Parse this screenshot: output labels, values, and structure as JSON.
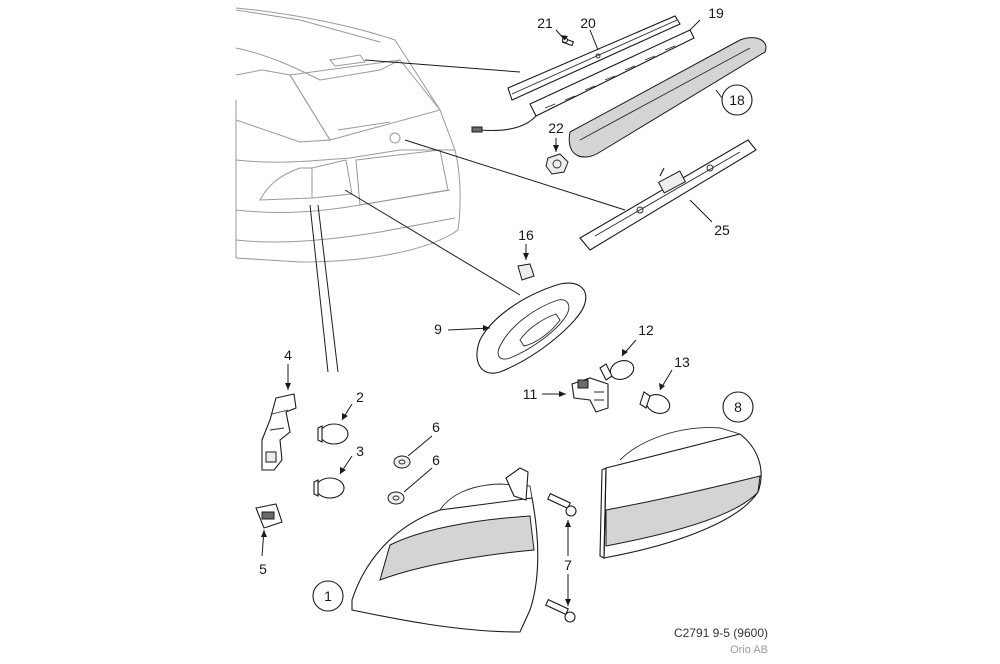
{
  "diagram": {
    "callouts": {
      "c1": "1",
      "c2": "2",
      "c3": "3",
      "c4": "4",
      "c5": "5",
      "c6a": "6",
      "c6b": "6",
      "c7": "7",
      "c8": "8",
      "c9": "9",
      "c11": "11",
      "c12": "12",
      "c13": "13",
      "c16": "16",
      "c18": "18",
      "c19": "19",
      "c20": "20",
      "c21": "21",
      "c22": "22",
      "c25": "25"
    },
    "footer": {
      "figure_code": "C2791 9-5 (9600)",
      "publisher": "Orio AB"
    }
  }
}
